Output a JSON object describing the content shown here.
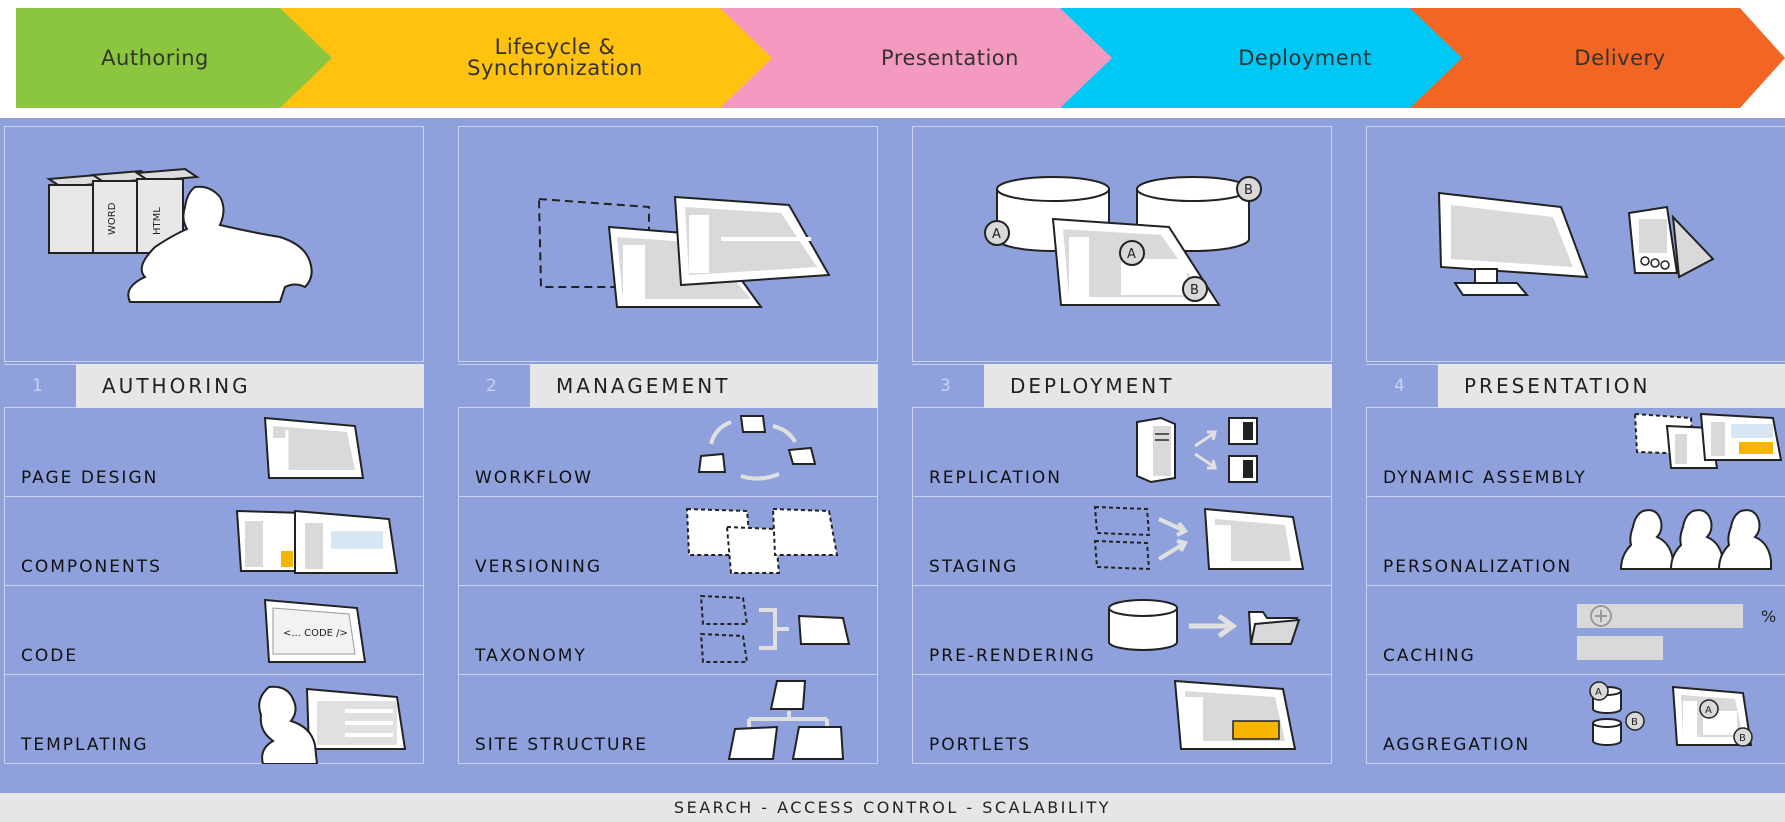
{
  "process": {
    "stages": [
      {
        "label": "Authoring",
        "color": "#8cc63f"
      },
      {
        "label": "Lifecycle &\nSynchronization",
        "color": "#ffc20e"
      },
      {
        "label": "Presentation",
        "color": "#f49ac1"
      },
      {
        "label": "Deployment",
        "color": "#00c8f4"
      },
      {
        "label": "Delivery",
        "color": "#f26522"
      }
    ]
  },
  "columns": [
    {
      "number": "1",
      "title": "AUTHORING",
      "illustration_labels": [
        "WORD",
        "HTML"
      ],
      "features": [
        "PAGE DESIGN",
        "COMPONENTS",
        "CODE",
        "TEMPLATING"
      ],
      "code_snippet": "<... CODE />"
    },
    {
      "number": "2",
      "title": "MANAGEMENT",
      "features": [
        "WORKFLOW",
        "VERSIONING",
        "TAXONOMY",
        "SITE STRUCTURE"
      ]
    },
    {
      "number": "3",
      "title": "DEPLOYMENT",
      "illustration_labels": [
        "A",
        "B",
        "A",
        "B"
      ],
      "features": [
        "REPLICATION",
        "STAGING",
        "PRE-RENDERING",
        "PORTLETS"
      ]
    },
    {
      "number": "4",
      "title": "PRESENTATION",
      "features": [
        "DYNAMIC ASSEMBLY",
        "PERSONALIZATION",
        "CACHING",
        "AGGREGATION"
      ],
      "caching_percent": "%",
      "aggregation_labels": [
        "A",
        "B",
        "A",
        "B"
      ]
    }
  ],
  "footer": "SEARCH - ACCESS CONTROL - SCALABILITY",
  "colors": {
    "panel_blue": "#8fa1dc",
    "header_grey": "#e6e6e6",
    "highlight_orange": "#f7b500"
  }
}
